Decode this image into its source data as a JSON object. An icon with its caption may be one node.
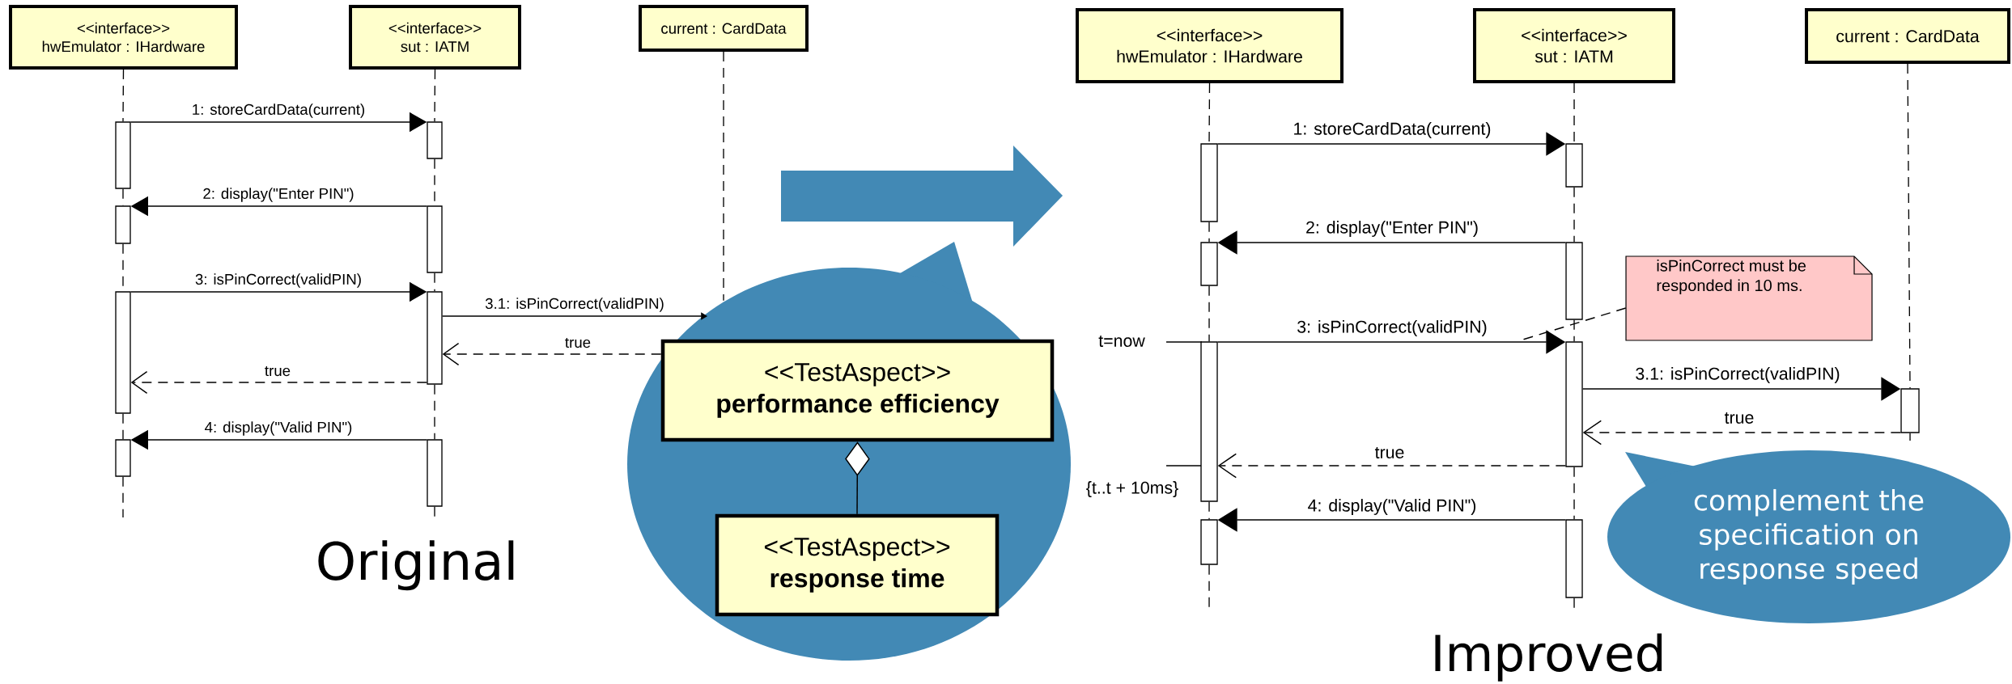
{
  "diagram": {
    "nodes": [
      {
        "text": [
          "<<interface>>",
          "hwEmulator : IHardware"
        ]
      },
      {
        "text": [
          "<<interface>>",
          "sut : IATM"
        ]
      },
      {
        "text": [
          "current : CardData"
        ]
      },
      {
        "text": [],
        "shape": "bar"
      },
      {
        "text": [],
        "shape": "bar"
      },
      {
        "text": [],
        "shape": "bar"
      },
      {
        "text": [],
        "shape": "bar"
      },
      {
        "text": [],
        "shape": "bar"
      },
      {
        "text": [],
        "shape": "bar"
      },
      {
        "text": [],
        "shape": "bar"
      },
      {
        "text": [],
        "shape": "bar"
      },
      {
        "text": [],
        "shape": "bubble"
      },
      {
        "text": [
          "<<TestAspect>>",
          "performance efficiency"
        ],
        "in": 11
      },
      {
        "text": [
          "<<TestAspect>>",
          "response time"
        ],
        "in": 11
      },
      {
        "text": [
          "<<interface>>",
          "hwEmulator : IHardware"
        ]
      },
      {
        "text": [
          "<<interface>>",
          "sut : IATM"
        ]
      },
      {
        "text": [
          "current : CardData"
        ]
      },
      {
        "text": [],
        "shape": "bar"
      },
      {
        "text": [],
        "shape": "bar"
      },
      {
        "text": [],
        "shape": "bar"
      },
      {
        "text": [],
        "shape": "bar"
      },
      {
        "text": [],
        "shape": "bar"
      },
      {
        "text": [],
        "shape": "bar"
      },
      {
        "text": [],
        "shape": "bar"
      },
      {
        "text": [],
        "shape": "bar"
      },
      {
        "text": [],
        "shape": "bar"
      },
      {
        "text": [
          "isPinCorrect must be responded in 10 ms."
        ]
      },
      {
        "text": [
          "complement the specification on response speed"
        ]
      }
    ],
    "edges": [
      {
        "from": 3,
        "to": 7,
        "arrow": "to",
        "label": "1: storeCardData(current)"
      },
      {
        "from": 8,
        "to": 4,
        "arrow": "to",
        "label": "2: display(\"Enter PIN\")"
      },
      {
        "from": 5,
        "to": 9,
        "arrow": "to",
        "label": "3: isPinCorrect(validPIN)"
      },
      {
        "from": 9,
        "to": 11,
        "arrow": "to",
        "label": "3.1: isPinCorrect(validPIN)"
      },
      {
        "from": 12,
        "to": 9,
        "arrow": "to",
        "label": "true",
        "style": "dashed"
      },
      {
        "from": 9,
        "to": 5,
        "arrow": "to",
        "label": "true",
        "style": "dashed"
      },
      {
        "from": 10,
        "to": 6,
        "arrow": "to",
        "label": "4: display(\"Valid PIN\")"
      },
      {
        "from": 13,
        "to": 12,
        "arrow": "other"
      },
      {
        "from": 17,
        "to": 21,
        "arrow": "to",
        "label": "1: storeCardData(current)"
      },
      {
        "from": 22,
        "to": 18,
        "arrow": "to",
        "label": "2: display(\"Enter PIN\")"
      },
      {
        "from": 19,
        "to": 23,
        "arrow": "to",
        "label": "3: isPinCorrect(validPIN)"
      },
      {
        "from": 23,
        "to": 25,
        "arrow": "to",
        "label": "3.1: isPinCorrect(validPIN)"
      },
      {
        "from": 25,
        "to": 23,
        "arrow": "to",
        "label": "true",
        "style": "dashed"
      },
      {
        "from": 23,
        "to": 19,
        "arrow": "to",
        "label": "true",
        "style": "dashed"
      },
      {
        "from": 24,
        "to": 20,
        "arrow": "to",
        "label": "4: display(\"Valid PIN\")"
      },
      {
        "from": 26,
        "to": null,
        "arrow": "none",
        "style": "dashed"
      },
      {
        "from": 0,
        "to": 3,
        "arrow": "none",
        "style": "dashed"
      },
      {
        "from": 3,
        "to": 4,
        "arrow": "none",
        "style": "dashed"
      },
      {
        "from": 4,
        "to": 5,
        "arrow": "none",
        "style": "dashed"
      },
      {
        "from": 5,
        "to": 6,
        "arrow": "none",
        "style": "dashed"
      },
      {
        "from": 6,
        "to": null,
        "arrow": "none",
        "style": "dashed"
      },
      {
        "from": 1,
        "to": 7,
        "arrow": "none",
        "style": "dashed"
      },
      {
        "from": 7,
        "to": 8,
        "arrow": "none",
        "style": "dashed"
      },
      {
        "from": 8,
        "to": 9,
        "arrow": "none",
        "style": "dashed"
      },
      {
        "from": 9,
        "to": 10,
        "arrow": "none",
        "style": "dashed"
      },
      {
        "from": 10,
        "to": null,
        "arrow": "none",
        "style": "dashed"
      },
      {
        "from": 2,
        "to": 11,
        "arrow": "none",
        "style": "dashed"
      },
      {
        "from": 14,
        "to": 17,
        "arrow": "none",
        "style": "dashed"
      },
      {
        "from": 17,
        "to": 18,
        "arrow": "none",
        "style": "dashed"
      },
      {
        "from": 18,
        "to": 19,
        "arrow": "none",
        "style": "dashed"
      },
      {
        "from": 19,
        "to": 20,
        "arrow": "none",
        "style": "dashed"
      },
      {
        "from": 20,
        "to": null,
        "arrow": "none",
        "style": "dashed"
      },
      {
        "from": 15,
        "to": 21,
        "arrow": "none",
        "style": "dashed"
      },
      {
        "from": 21,
        "to": 22,
        "arrow": "none",
        "style": "dashed"
      },
      {
        "from": 22,
        "to": 23,
        "arrow": "none",
        "style": "dashed"
      },
      {
        "from": 23,
        "to": 24,
        "arrow": "none",
        "style": "dashed"
      },
      {
        "from": 24,
        "to": null,
        "arrow": "none",
        "style": "dashed"
      },
      {
        "from": 16,
        "to": 25,
        "arrow": "none",
        "style": "dashed"
      },
      {
        "from": 25,
        "to": null,
        "arrow": "none",
        "style": "dashed"
      }
    ],
    "labels": [
      "Original",
      "t=now",
      "{t..t + 10ms}",
      "Improved"
    ]
  }
}
